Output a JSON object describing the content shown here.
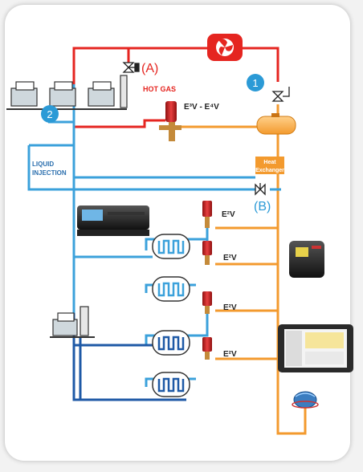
{
  "labels": {
    "valve_a": "(A)",
    "hot_gas": "HOT GAS",
    "exv_main": "E³V - E⁴V",
    "liquid_injection_line1": "LIQUID",
    "liquid_injection_line2": "INJECTION",
    "heat_exchanger_line1": "Heat",
    "heat_exchanger_line2": "Exchanger",
    "valve_b": "(B)",
    "exv_1": "E²V",
    "exv_2": "E²V",
    "exv_3": "E²V",
    "exv_4": "E²V",
    "badge_1": "1",
    "badge_2": "2"
  },
  "colors": {
    "hot_gas_line": "#e52520",
    "liquid_line": "#3ba1db",
    "suction_line": "#1e59a6",
    "orange_line": "#f39a2e",
    "badge": "#2b9ad6"
  }
}
